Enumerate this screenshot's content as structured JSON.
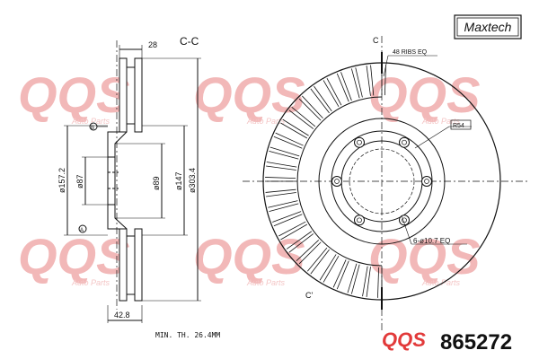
{
  "brand": {
    "logo_text": "Maxtech",
    "watermark_text": "QQS",
    "watermark_sub": "Auto Parts",
    "footer_logo": "QQS"
  },
  "part_number": "865272",
  "section_label": "C-C",
  "min_thickness": "MIN. TH. 26.4MM",
  "dimensions": {
    "thickness": "28",
    "offset": "42.8",
    "d_outer": "ø303.4",
    "d_147": "ø147",
    "d_89": "ø89",
    "d_87": "ø87",
    "d_157": "ø157.2",
    "ref_b": "B",
    "ref_a": "A"
  },
  "front_view": {
    "ribs": "48 RIBS EQ",
    "r54": "R54",
    "holes": "6-ø10.7 EQ",
    "c_top": "C",
    "c_bottom": "C'"
  },
  "colors": {
    "line": "#111111",
    "watermark": "#f2b8b8"
  }
}
